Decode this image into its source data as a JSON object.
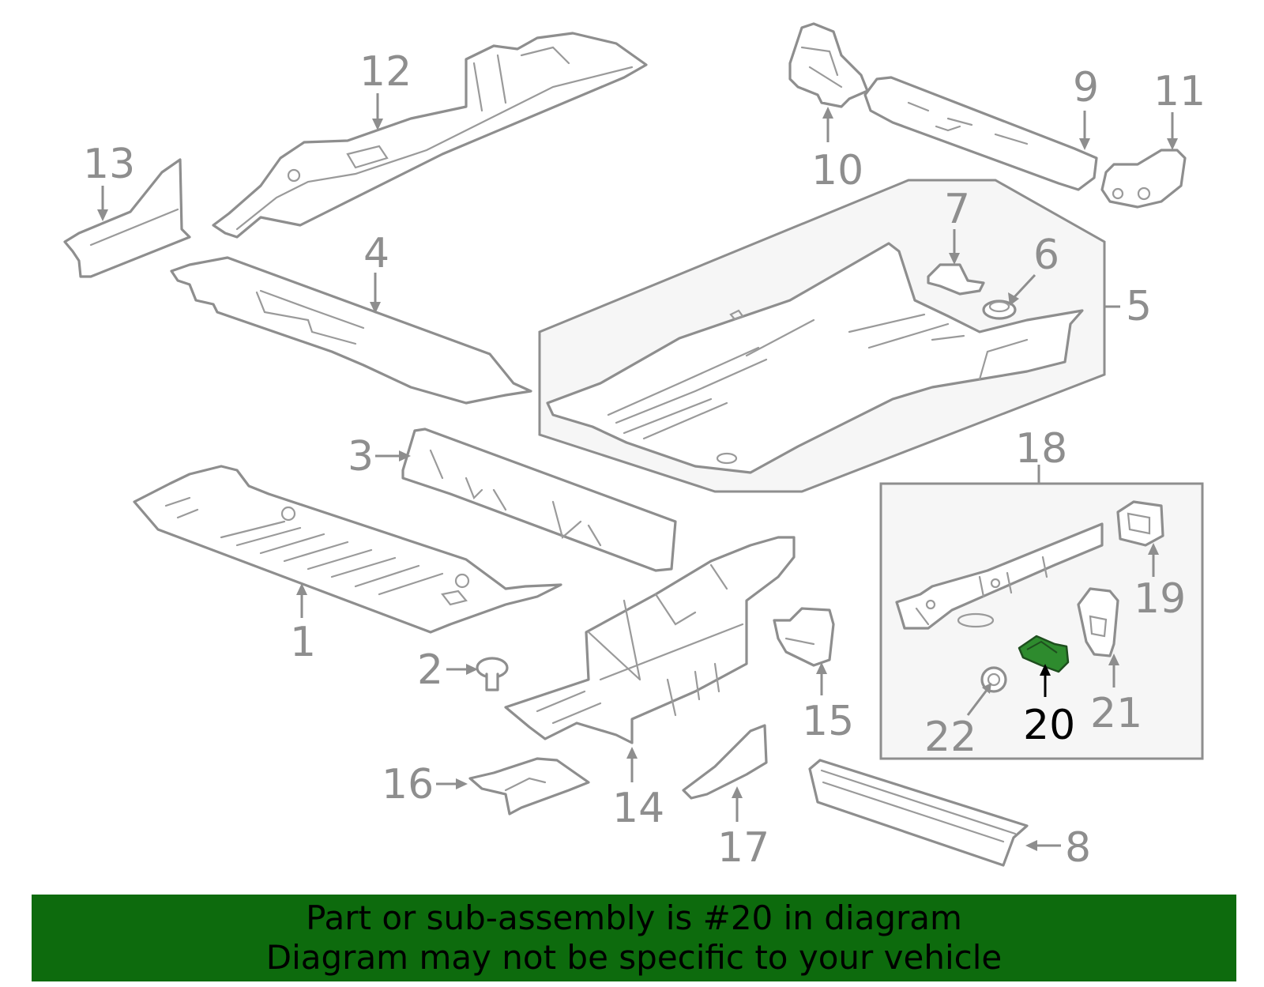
{
  "diagram": {
    "callouts": [
      {
        "id": "1",
        "label": "1"
      },
      {
        "id": "2",
        "label": "2"
      },
      {
        "id": "3",
        "label": "3"
      },
      {
        "id": "4",
        "label": "4"
      },
      {
        "id": "5",
        "label": "5"
      },
      {
        "id": "6",
        "label": "6"
      },
      {
        "id": "7",
        "label": "7"
      },
      {
        "id": "8",
        "label": "8"
      },
      {
        "id": "9",
        "label": "9"
      },
      {
        "id": "10",
        "label": "10"
      },
      {
        "id": "11",
        "label": "11"
      },
      {
        "id": "12",
        "label": "12"
      },
      {
        "id": "13",
        "label": "13"
      },
      {
        "id": "14",
        "label": "14"
      },
      {
        "id": "15",
        "label": "15"
      },
      {
        "id": "16",
        "label": "16"
      },
      {
        "id": "17",
        "label": "17"
      },
      {
        "id": "18",
        "label": "18"
      },
      {
        "id": "19",
        "label": "19"
      },
      {
        "id": "20",
        "label": "20"
      },
      {
        "id": "21",
        "label": "21"
      },
      {
        "id": "22",
        "label": "22"
      }
    ],
    "highlighted_part": "20",
    "colors": {
      "line": "#8e8e8e",
      "highlight_part": "#2e8b2e",
      "highlight_label": "#000000",
      "group_fill": "#f6f6f6",
      "banner": "#0d6b0d"
    }
  },
  "banner": {
    "line1": "Part or sub-assembly is #20 in diagram",
    "line2": "Diagram may not be specific to your vehicle"
  }
}
